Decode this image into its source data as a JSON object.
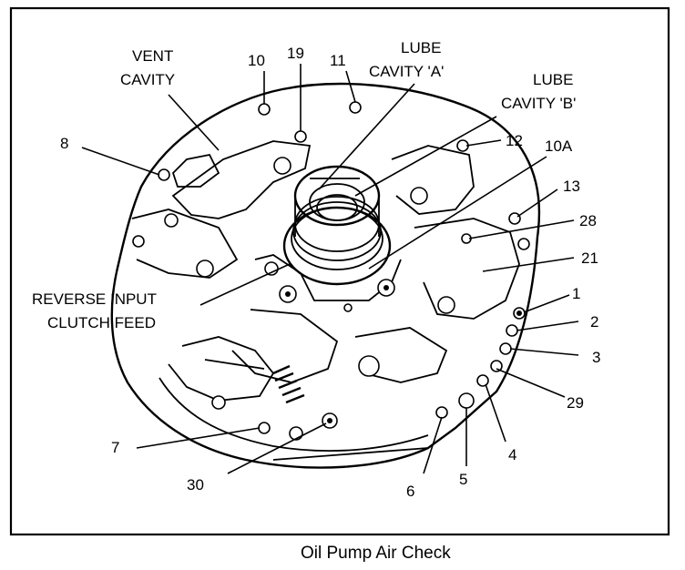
{
  "caption": "Oil Pump Air Check",
  "labels": {
    "vent_cavity_1": "VENT",
    "vent_cavity_2": "CAVITY",
    "lube_a_1": "LUBE",
    "lube_a_2": "CAVITY 'A'",
    "lube_b_1": "LUBE",
    "lube_b_2": "CAVITY 'B'",
    "reverse_1": "REVERSE INPUT",
    "reverse_2": "CLUTCH FEED",
    "n10": "10",
    "n19": "19",
    "n11": "11",
    "n12": "12",
    "n10a": "10A",
    "n8": "8",
    "n13": "13",
    "n28": "28",
    "n21": "21",
    "n1": "1",
    "n2": "2",
    "n3": "3",
    "n29": "29",
    "n4": "4",
    "n5": "5",
    "n6": "6",
    "n7": "7",
    "n30": "30"
  }
}
